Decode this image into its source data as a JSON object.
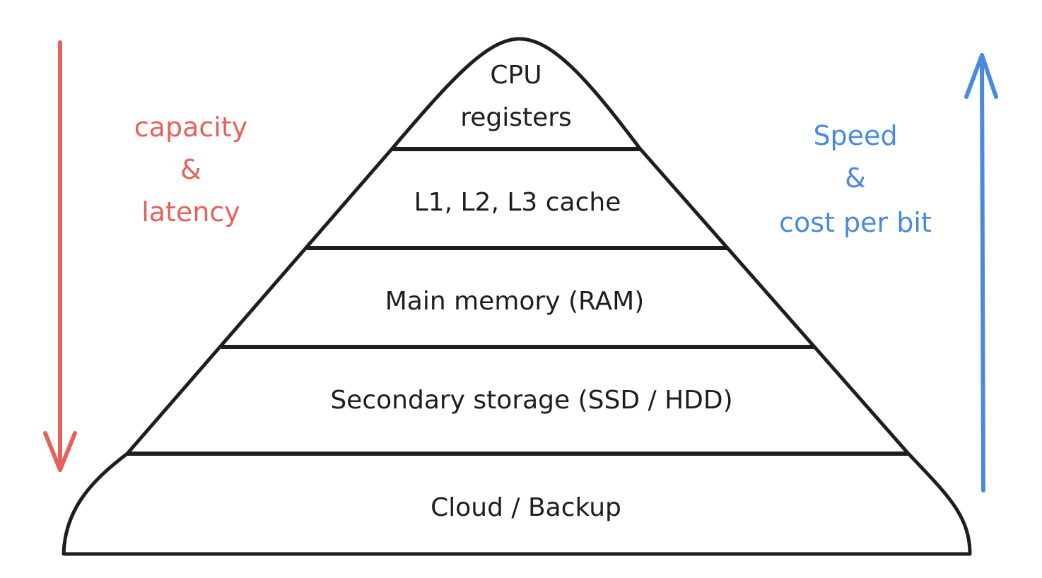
{
  "diagram": {
    "title": "Memory hierarchy pyramid",
    "colors": {
      "outline": "#1e1e1e",
      "left_arrow": "#e5625c",
      "right_arrow": "#4a8ade",
      "background": "#ffffff"
    },
    "tiers": [
      {
        "lines": [
          "CPU",
          "registers"
        ]
      },
      {
        "lines": [
          "L1, L2, L3 cache"
        ]
      },
      {
        "lines": [
          "Main memory (RAM)"
        ]
      },
      {
        "lines": [
          "Secondary storage (SSD / HDD)"
        ]
      },
      {
        "lines": [
          "Cloud / Backup"
        ]
      }
    ],
    "left_annotation": {
      "lines": [
        "capacity",
        "&",
        "latency"
      ],
      "arrow_direction": "down",
      "arrow_icon": "arrow-down-icon"
    },
    "right_annotation": {
      "lines": [
        "Speed",
        "&",
        "cost per bit"
      ],
      "arrow_direction": "up",
      "arrow_icon": "arrow-up-icon"
    }
  }
}
